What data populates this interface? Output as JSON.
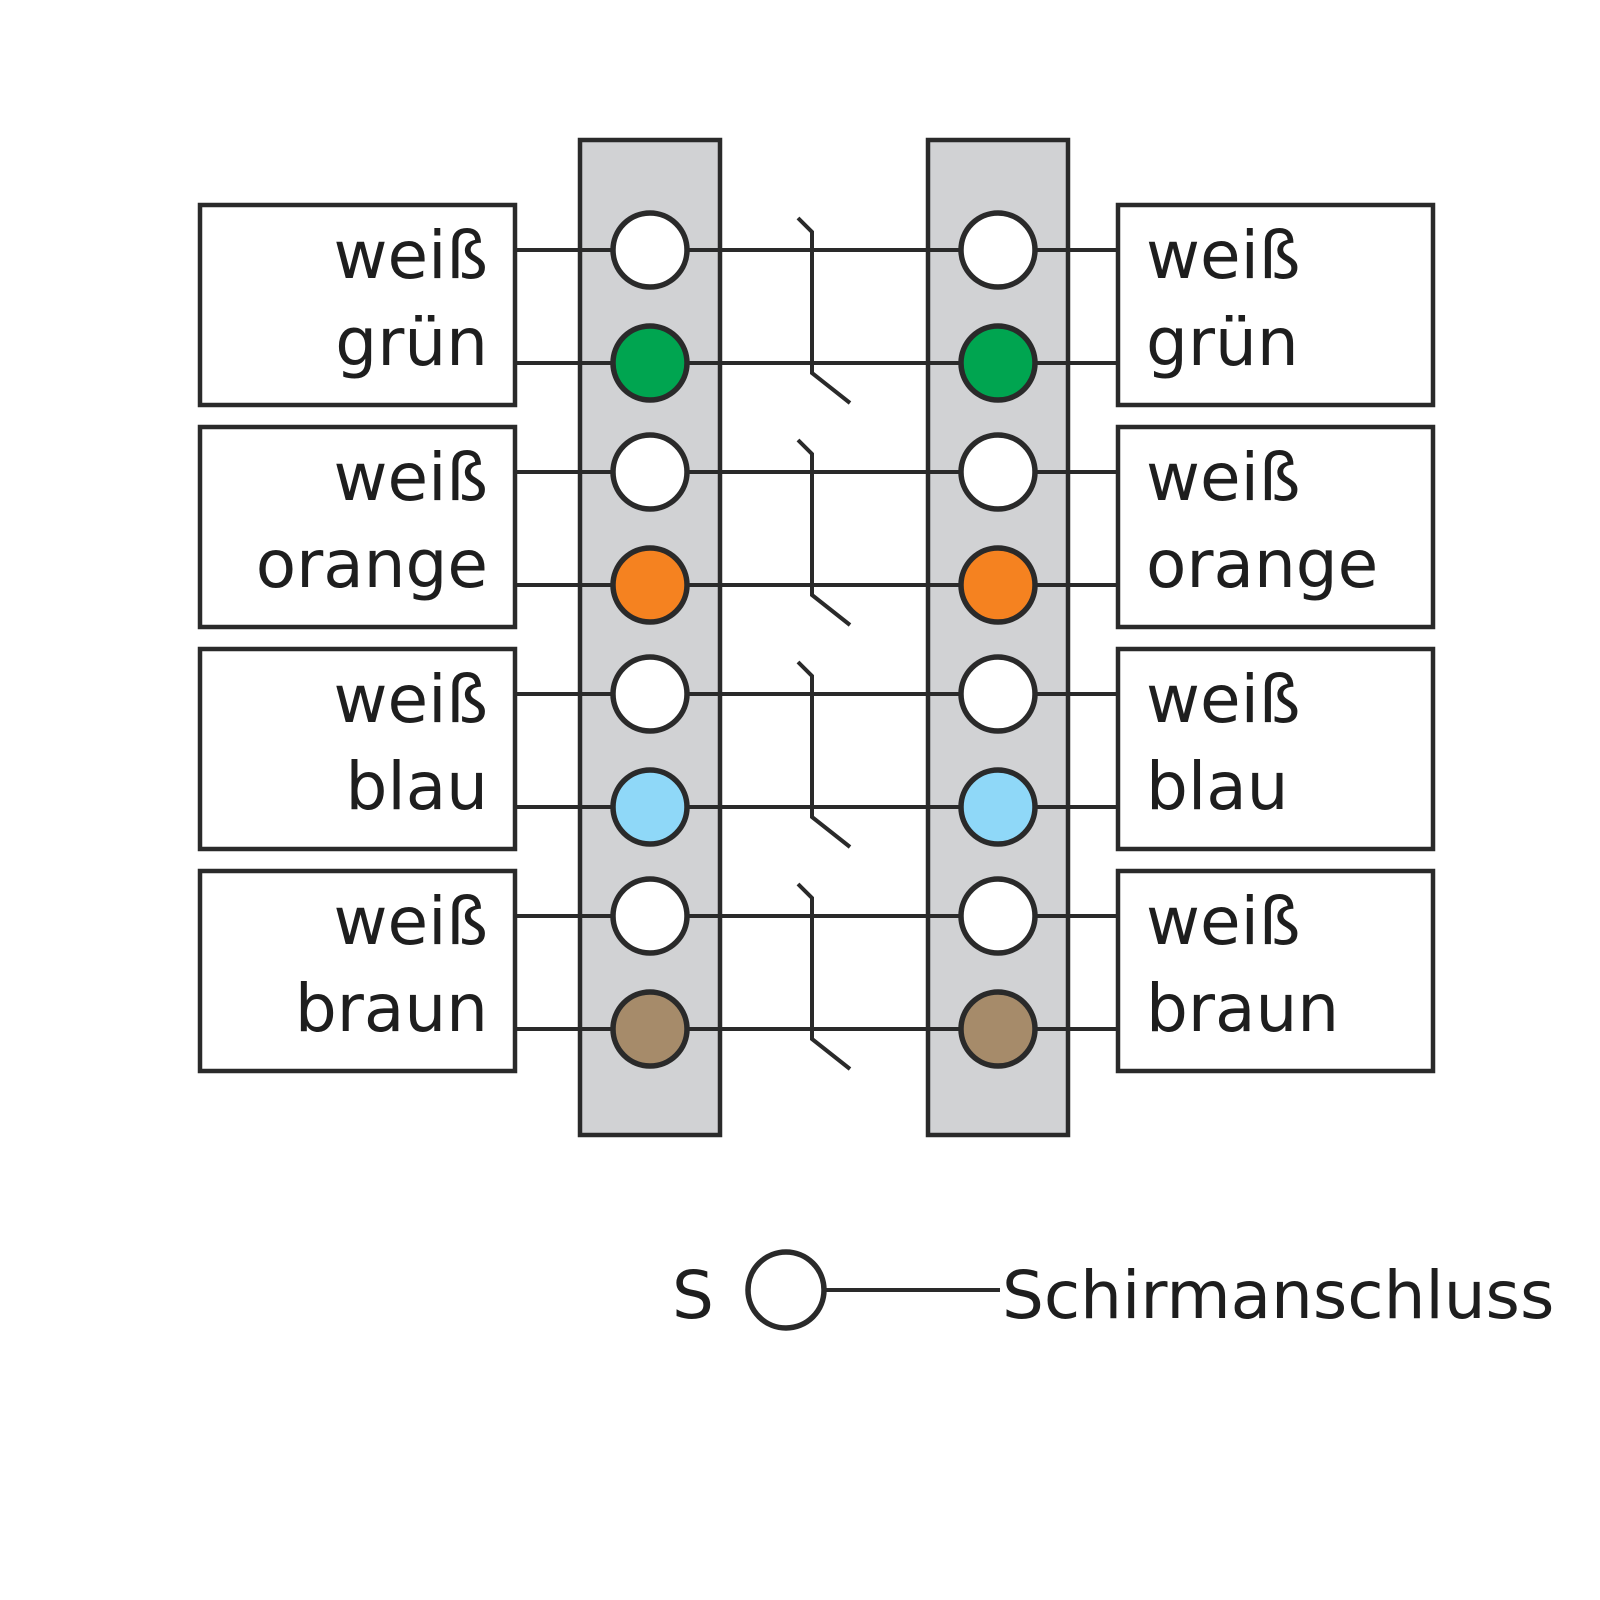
{
  "pairs": [
    {
      "a_label": "weiß",
      "b_label": "grün",
      "a_color": "#ffffff",
      "b_color": "#00a550"
    },
    {
      "a_label": "weiß",
      "b_label": "orange",
      "a_color": "#ffffff",
      "b_color": "#f58220"
    },
    {
      "a_label": "weiß",
      "b_label": "blau",
      "a_color": "#ffffff",
      "b_color": "#8fd8f8"
    },
    {
      "a_label": "weiß",
      "b_label": "braun",
      "a_color": "#ffffff",
      "b_color": "#a68b6a"
    }
  ],
  "legend": {
    "symbol": "S",
    "text": "Schirmanschluss",
    "symbol_color": "#ffffff"
  },
  "colors": {
    "strip": "#d1d2d4",
    "line": "#2a2a2a"
  }
}
